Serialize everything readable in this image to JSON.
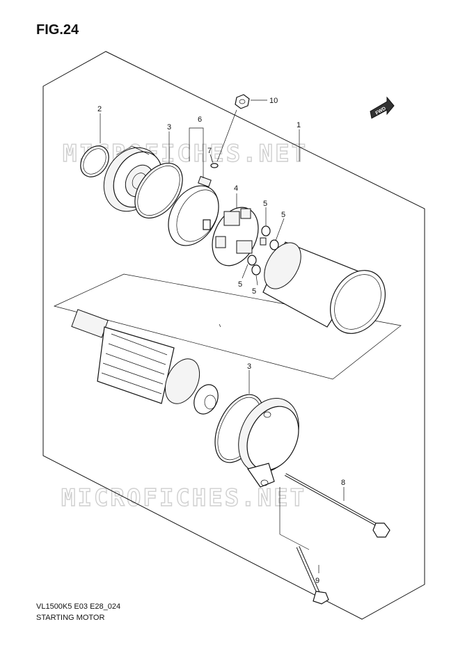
{
  "figure": {
    "title": "FIG.24",
    "model_code": "VL1500K5 E03 E28_024",
    "caption": "STARTING MOTOR"
  },
  "watermarks": [
    "MICROFICHES.NET",
    "MICROFICHES.NET"
  ],
  "fwd_badge": "FWD",
  "callouts": [
    "1",
    "2",
    "3",
    "3",
    "4",
    "5",
    "5",
    "5",
    "5",
    "6",
    "7",
    "8",
    "9",
    "10"
  ]
}
